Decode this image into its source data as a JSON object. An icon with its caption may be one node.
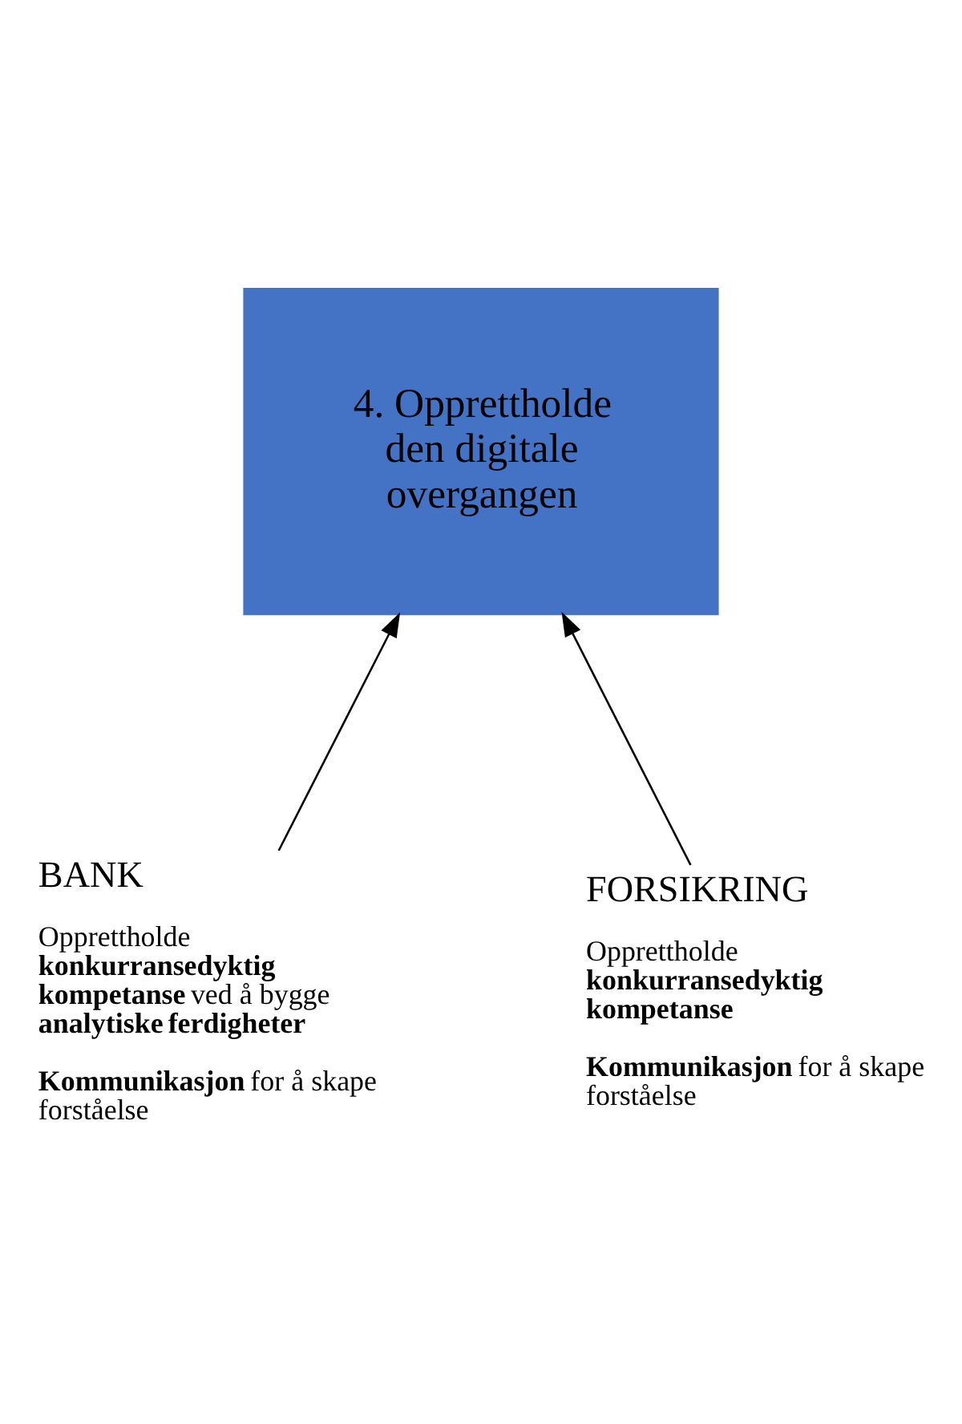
{
  "diagram": {
    "nodes": [
      {
        "text": [
          "4. Opprettholde den digitale overgangen"
        ]
      },
      {
        "text": [
          "BANK",
          "Opprettholde **konkurransedyktig kompetanse** ved å bygge **analytiske ferdigheter**",
          "**Kommunikasjon** for å skape forståelse"
        ]
      },
      {
        "text": [
          "FORSIKRING",
          "Opprettholde **konkurransedyktig kompetanse**",
          "**Kommunikasjon** for å skape forståelse"
        ]
      }
    ],
    "edges": [
      {
        "from": 1,
        "to": 0,
        "arrow": "to"
      },
      {
        "from": 2,
        "to": 0,
        "arrow": "to"
      }
    ]
  }
}
